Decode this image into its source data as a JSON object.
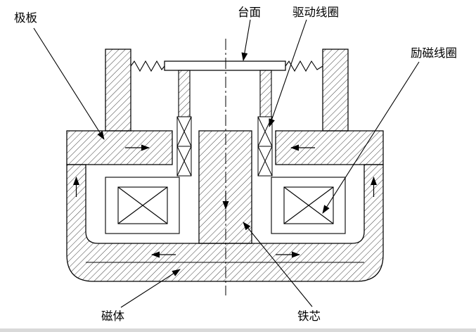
{
  "diagram": {
    "labels": {
      "pole_plate": "极板",
      "table_surface": "台面",
      "drive_coil": "驱动线圈",
      "excitation_coil": "励磁线圈",
      "magnet_body": "磁体",
      "iron_core": "铁芯"
    },
    "flux_arrows": [
      {
        "location": "left-pole-plate",
        "direction": "right"
      },
      {
        "location": "right-pole-plate",
        "direction": "left"
      },
      {
        "location": "center-core",
        "direction": "down"
      },
      {
        "location": "left-wall",
        "direction": "up"
      },
      {
        "location": "right-wall",
        "direction": "up"
      },
      {
        "location": "bottom-left",
        "direction": "left"
      },
      {
        "location": "bottom-right",
        "direction": "right"
      }
    ],
    "colors": {
      "line": "#000000",
      "background": "#ffffff",
      "window_edge": "#d9d9d9"
    }
  }
}
